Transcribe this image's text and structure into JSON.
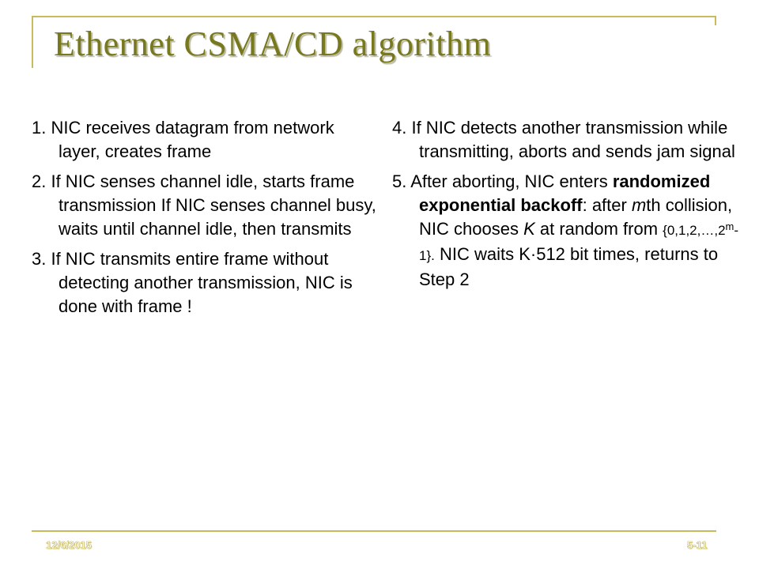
{
  "slide": {
    "title": "Ethernet CSMA/CD algorithm",
    "left_items": [
      {
        "num": "1. ",
        "text": "NIC receives datagram from network layer, creates frame"
      },
      {
        "num": "2. ",
        "text": "If NIC senses channel idle, starts frame transmission If NIC senses channel busy, waits until channel idle, then transmits"
      },
      {
        "num": "3. ",
        "text": "If NIC transmits entire frame without detecting another transmission, NIC is done with frame !"
      }
    ],
    "right_items": [
      {
        "num": "4. ",
        "text": "If NIC detects another transmission while transmitting,  aborts and sends jam signal"
      },
      {
        "num": "5. ",
        "text_a": "After aborting, NIC enters ",
        "bold": "randomized exponential backoff",
        "text_b": ": after ",
        "m": "m",
        "text_c": "th collision, NIC chooses ",
        "k": "K",
        "text_d": " at random from ",
        "set_open": "{0,1,2,…,2",
        "set_sup": "m",
        "set_close": "-1}.",
        "text_e": " NIC waits K·512 bit times, returns to Step 2"
      }
    ]
  },
  "footer": {
    "date": "12/6/2015",
    "page": "5-11"
  },
  "colors": {
    "title": "#78781e",
    "frame": "#c9bb5b",
    "text": "#000000",
    "background": "#ffffff"
  }
}
